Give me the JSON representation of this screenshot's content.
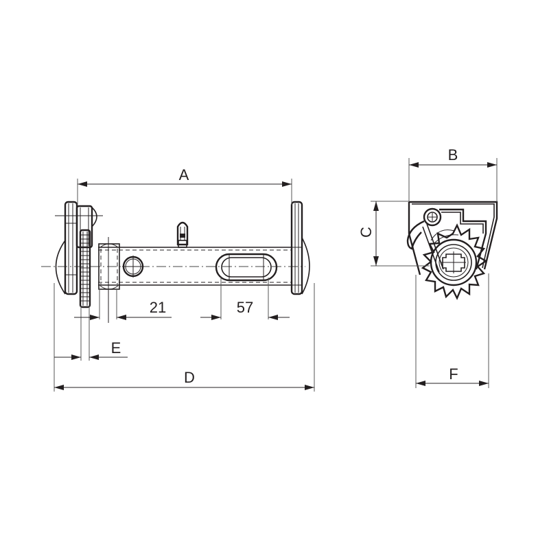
{
  "drawing": {
    "type": "technical-drawing",
    "subject": "shaft-with-sprocket-assembly",
    "views": [
      "side-view",
      "end-view"
    ]
  },
  "dimensions": {
    "A": {
      "label": "A"
    },
    "B": {
      "label": "B"
    },
    "C": {
      "label": "C"
    },
    "D": {
      "label": "D"
    },
    "E": {
      "label": "E"
    },
    "F": {
      "label": "F"
    },
    "hole_offset": {
      "label": "21"
    },
    "slot_length": {
      "label": "57"
    }
  },
  "colors": {
    "line": "#231f20",
    "background": "#ffffff"
  }
}
